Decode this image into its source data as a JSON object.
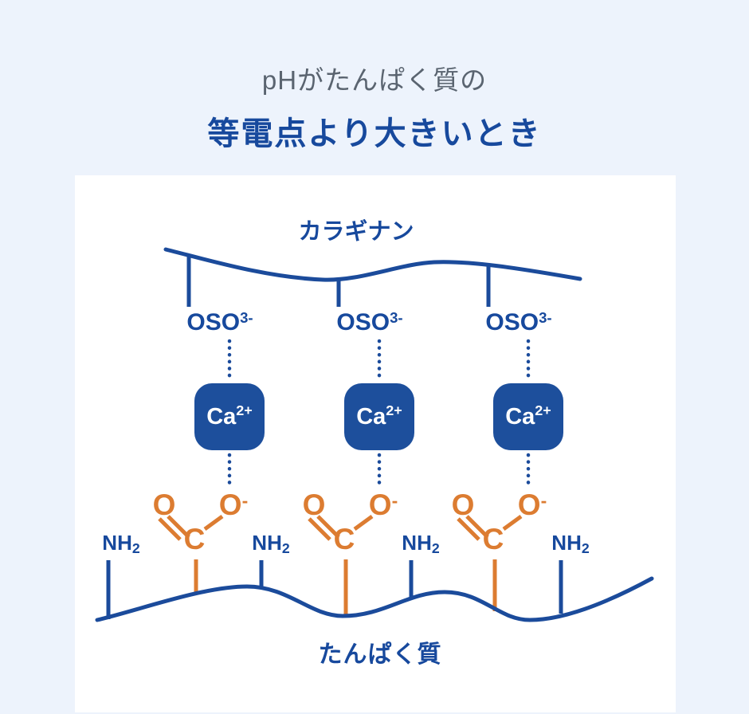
{
  "title": {
    "line1": "pHがたんぱく質の",
    "line2": "等電点より大きいとき"
  },
  "diagram": {
    "top_chain_label": "カラギナン",
    "bottom_chain_label": "たんぱく質",
    "sulfate": {
      "base": "OSO",
      "charge": "3-"
    },
    "calcium": {
      "base": "Ca",
      "charge": "2+"
    },
    "carboxylate": {
      "oxygen_double": "O",
      "carbon": "C",
      "oxygen_single": "O",
      "charge": "-"
    },
    "amine": {
      "base": "NH",
      "count": "2"
    }
  },
  "colors": {
    "heading_gray": "#5a6470",
    "heading_blue": "#17499d",
    "line_blue": "#1b4b9b",
    "box_blue": "#1d4f9c",
    "orange": "#dc7c31",
    "background": "#edf3fc",
    "panel": "#ffffff"
  }
}
